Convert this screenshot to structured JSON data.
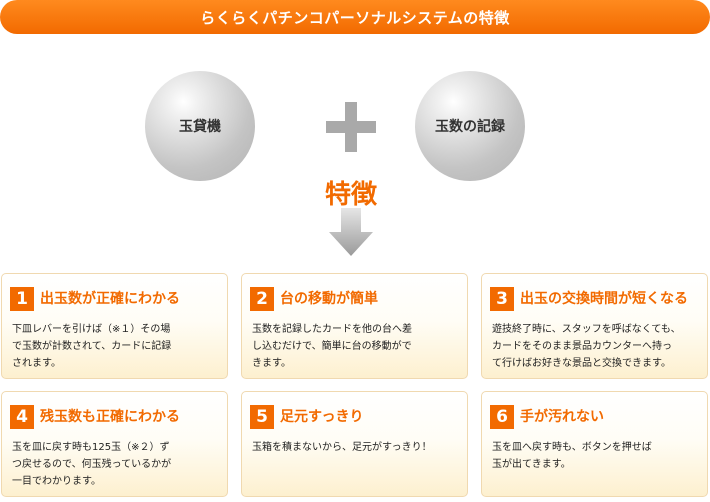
{
  "banner": {
    "title": "らくらくパチンコパーソナルシステムの特徴"
  },
  "components": {
    "left": "玉貸機",
    "right": "玉数の記録"
  },
  "feature_label": "特徴",
  "features": [
    {
      "number": "1",
      "title": "出玉数が正確にわかる",
      "lines": [
        "下皿レバーを引けば（※１）その場",
        "で玉数が計数されて、カードに記録",
        "されます。"
      ]
    },
    {
      "number": "2",
      "title": "台の移動が簡単",
      "lines": [
        "玉数を記録したカードを他の台へ差",
        "し込むだけで、簡単に台の移動がで",
        "きます。"
      ]
    },
    {
      "number": "3",
      "title": "出玉の交換時間が短くなる",
      "lines": [
        "遊技終了時に、スタッフを呼ばなくても、",
        "カードをそのまま景品カウンターへ持っ",
        "て行けばお好きな景品と交換できます。"
      ]
    },
    {
      "number": "4",
      "title": "残玉数も正確にわかる",
      "lines": [
        "玉を皿に戻す時も125玉（※２）ず",
        "つ戻せるので、何玉残っているかが",
        "一目でわかります。"
      ]
    },
    {
      "number": "5",
      "title": "足元すっきり",
      "lines": [
        "玉箱を積まないから、足元がすっきり！"
      ]
    },
    {
      "number": "6",
      "title": "手が汚れない",
      "lines": [
        "玉を皿へ戻す時も、ボタンを押せば",
        "玉が出てきます。"
      ]
    }
  ],
  "colors": {
    "accent": "#f26a00",
    "card_border": "#f0d9b0",
    "sphere": "#c8c8c8"
  }
}
